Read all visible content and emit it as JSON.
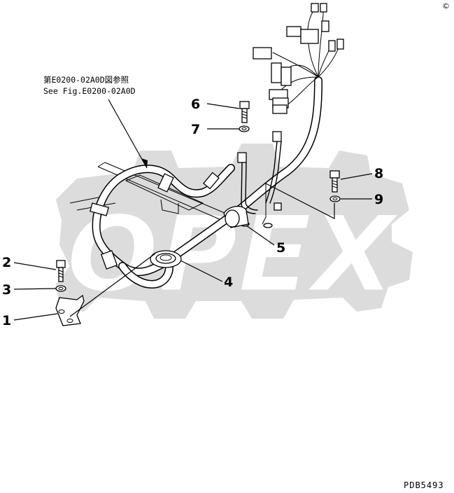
{
  "reference_note": {
    "line1": "第E0200-02A0D図参照",
    "line2": "See Fig.E0200-02A0D"
  },
  "callouts": [
    {
      "id": "1",
      "label": "1"
    },
    {
      "id": "2",
      "label": "2"
    },
    {
      "id": "3",
      "label": "3"
    },
    {
      "id": "4",
      "label": "4"
    },
    {
      "id": "5",
      "label": "5"
    },
    {
      "id": "6",
      "label": "6"
    },
    {
      "id": "7",
      "label": "7"
    },
    {
      "id": "8",
      "label": "8"
    },
    {
      "id": "9",
      "label": "9"
    }
  ],
  "watermark": {
    "text": "OPEX"
  },
  "diagram_id": "PDB5493",
  "corner_mark": "©"
}
